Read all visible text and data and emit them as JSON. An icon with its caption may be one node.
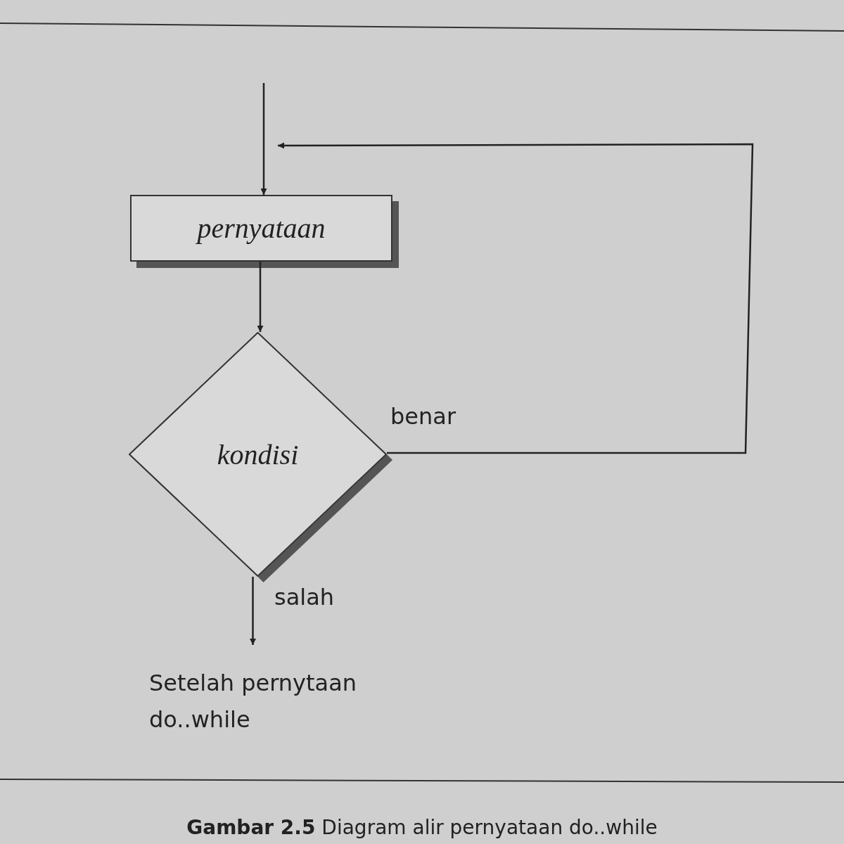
{
  "diagram": {
    "caption": "**Gambar 2.5** Diagram alir pernyataan do..while",
    "nodes": [
      {
        "text": [
          "pernyataan"
        ]
      },
      {
        "text": [
          "kondisi"
        ]
      },
      {
        "text": [
          "Setelah pernytaan do..while"
        ]
      }
    ],
    "edges": [
      {
        "from": null,
        "to": 0,
        "arrow": "to"
      },
      {
        "from": 0,
        "to": 1,
        "arrow": "to"
      },
      {
        "from": 1,
        "to": 0,
        "arrow": "to",
        "label": "benar"
      },
      {
        "from": 1,
        "to": 2,
        "arrow": "to",
        "label": "salah"
      }
    ]
  }
}
